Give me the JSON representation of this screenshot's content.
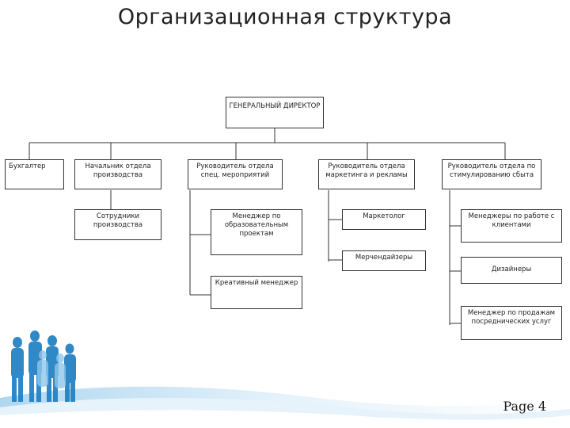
{
  "title": "Организационная структура",
  "nodes": {
    "director": "ГЕНЕРАЛЬНЫЙ ДИРЕКТОР",
    "accountant": "Бухгалтер",
    "production_head": "Начальник отдела производства",
    "production_staff": "Сотрудники производства",
    "events_head": "Руководитель отдела спец. мероприятий",
    "edu_manager": "Менеджер по образовательным проектам",
    "creative_manager": "Креативный менеджер",
    "marketing_head": "Руководитель отдела маркетинга и рекламы",
    "marketer": "Маркетолог",
    "merchandisers": "Мерчендайзеры",
    "sales_head": "Руководитель отдела по стимулированию сбыта",
    "client_managers": "Менеджеры по работе с клиентами",
    "designers": "Дизайнеры",
    "intermediary_manager": "Менеджер по продажам посреднических услуг"
  },
  "footer": {
    "page_label": "Page 4"
  },
  "colors": {
    "accent_blue": "#1f7fc2",
    "light_blue": "#8fc7ea"
  }
}
